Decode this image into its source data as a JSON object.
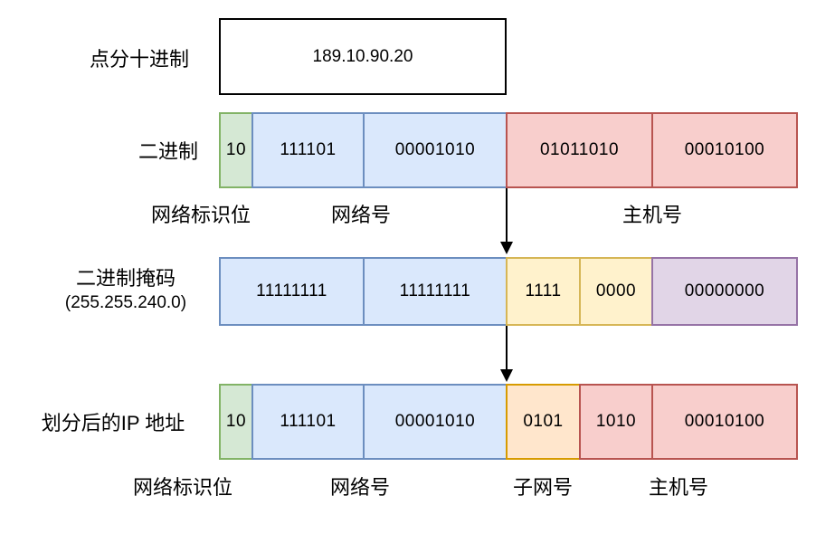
{
  "rows": {
    "dotted_decimal": {
      "label": "点分十进制",
      "value": "189.10.90.20"
    },
    "binary": {
      "label": "二进制",
      "cells": [
        "10",
        "111101",
        "00001010",
        "01011010",
        "00010100"
      ],
      "cell_colors": [
        "green",
        "blue",
        "blue",
        "red",
        "red"
      ],
      "sublabels": {
        "network_id": "网络标识位",
        "network_number": "网络号",
        "host_number": "主机号"
      }
    },
    "mask": {
      "label_line1": "二进制掩码",
      "label_line2": "(255.255.240.0)",
      "cells": [
        "11111111",
        "11111111",
        "1111",
        "0000",
        "00000000"
      ],
      "cell_colors": [
        "blue",
        "blue",
        "yellow",
        "yellow",
        "purple"
      ]
    },
    "divided": {
      "label": "划分后的IP 地址",
      "cells": [
        "10",
        "111101",
        "00001010",
        "0101",
        "1010",
        "00010100"
      ],
      "cell_colors": [
        "green",
        "blue",
        "blue",
        "orange",
        "red",
        "red"
      ],
      "sublabels": {
        "network_id": "网络标识位",
        "network_number": "网络号",
        "subnet_number": "子网号",
        "host_number": "主机号"
      }
    }
  },
  "colors": {
    "green_fill": "#d5e8d4",
    "green_border": "#82b366",
    "blue_fill": "#dae8fc",
    "blue_border": "#6c8ebf",
    "red_fill": "#f8cecc",
    "red_border": "#b85450",
    "yellow_fill": "#fff2cc",
    "yellow_border": "#d6b656",
    "purple_fill": "#e1d5e7",
    "purple_border": "#9673a6",
    "orange_fill": "#ffe6cc",
    "orange_border": "#d79b00"
  }
}
